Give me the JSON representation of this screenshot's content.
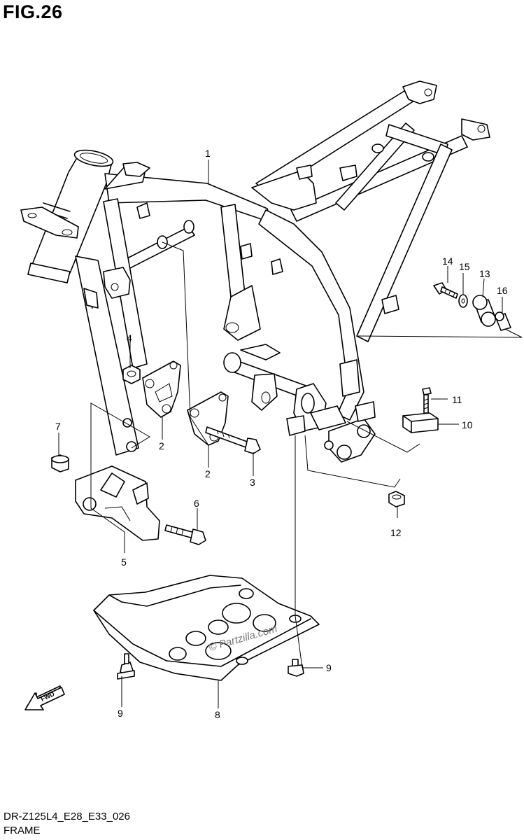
{
  "figure": {
    "title": "FIG.26",
    "footer_code": "DR-Z125L4_E28_E33_026",
    "footer_name": "FRAME",
    "fwd_label": "FWD",
    "watermark": "© Partzilla.com"
  },
  "callouts": {
    "c1": "1",
    "c2a": "2",
    "c2b": "2",
    "c3": "3",
    "c4": "4",
    "c5": "5",
    "c6": "6",
    "c7": "7",
    "c8": "8",
    "c9a": "9",
    "c9b": "9",
    "c10": "10",
    "c11": "11",
    "c12": "12",
    "c13": "13",
    "c14": "14",
    "c15": "15",
    "c16": "16"
  }
}
